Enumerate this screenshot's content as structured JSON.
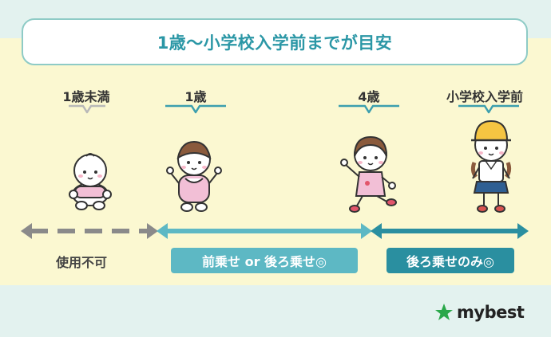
{
  "title": "1歳〜小学校入学前までが目安",
  "ages": {
    "under1": "1歳未満",
    "age1": "1歳",
    "age4": "4歳",
    "preschool": "小学校入学前"
  },
  "segments": {
    "not_usable": "使用不可",
    "front_or_rear": "前乗せ or 後ろ乗せ◎",
    "rear_only": "後ろ乗せのみ◎"
  },
  "logo": {
    "text": "mybest",
    "icon": "star-icon"
  },
  "colors": {
    "title": "#2b97a6",
    "gray": "#8a8a8a",
    "light_teal": "#5db8c4",
    "dark_teal": "#2a8fa0",
    "logo_star": "#2aa84a",
    "band": "#fbf8d1",
    "background": "#e3f2ef"
  }
}
